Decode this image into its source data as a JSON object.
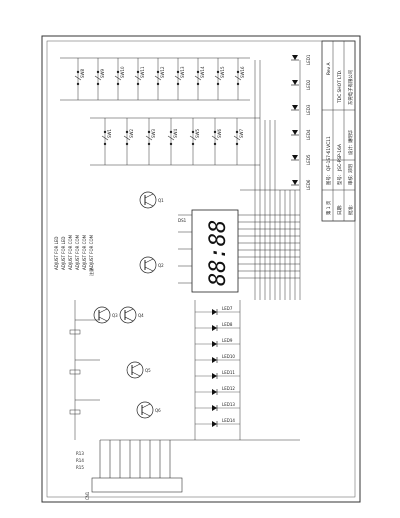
{
  "title_block": {
    "company": "东莞电子有限公司",
    "company_en": "TDC SHOT LTD.",
    "drawn_label": "设计:",
    "drawn_value": "谢明华",
    "checked_label": "审核:",
    "checked_value": "邓明",
    "approved_label": "批准:",
    "model_label": "型号:",
    "model_value": "JSC-PSP-16A",
    "drawing_no_label": "图号:",
    "drawing_no_value": "QF-1S7-61VC11",
    "date_label": "日期:",
    "page_label": "第 1 页",
    "version": "Rev A"
  },
  "switches_top": [
    "SW8",
    "SW9",
    "SW10",
    "SW11",
    "SW12",
    "SW13",
    "SW14",
    "SW15",
    "SW16"
  ],
  "switches_mid": [
    "SW1",
    "SW2",
    "SW3",
    "SW4",
    "SW5",
    "SW6",
    "SW7"
  ],
  "display": {
    "digits": "88:88",
    "ref": "DS1"
  },
  "notes": [
    "ADJUST FOR LED",
    "ADJUST FOR LED",
    "ADJUST FOR COM",
    "ADJUST FOR COM",
    "ADJUST FOR COM",
    "ADJUST FOR COM"
  ],
  "note_tag": "注意",
  "connector": "CN1",
  "transistors": [
    "Q1",
    "Q2",
    "Q3",
    "Q4",
    "Q5",
    "Q6"
  ],
  "led_labels": [
    "LED1",
    "LED2",
    "LED3",
    "LED4",
    "LED5",
    "LED6",
    "LED7",
    "LED8",
    "LED9",
    "LED10",
    "LED11",
    "LED12",
    "LED13",
    "LED14"
  ],
  "bottom_refs": [
    "R13",
    "R14",
    "R15"
  ]
}
